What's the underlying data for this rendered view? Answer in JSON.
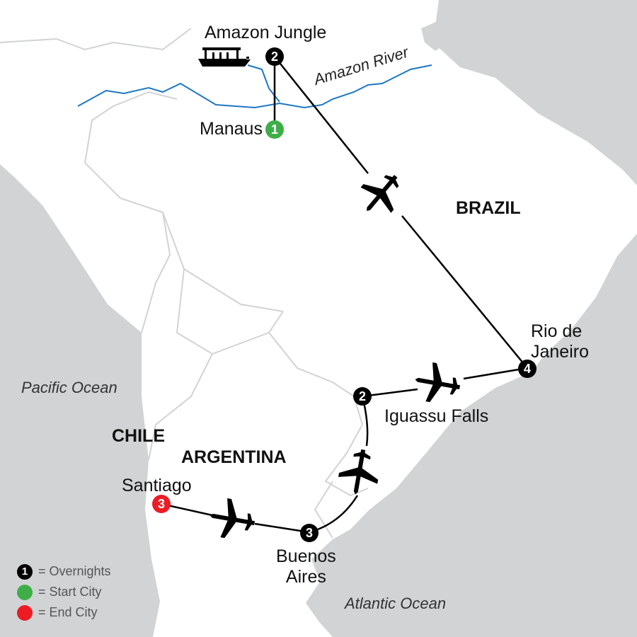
{
  "colors": {
    "overnight": "#000000",
    "start": "#3fae49",
    "end": "#ed1c24",
    "river": "#1f77c4",
    "land": "#ffffff",
    "water": "#d1d3d4"
  },
  "stops": [
    {
      "name": "Manaus",
      "nights": "1",
      "type": "start"
    },
    {
      "name": "Amazon Jungle",
      "nights": "2",
      "type": "overnight"
    },
    {
      "name": "Rio de Janeiro",
      "line1": "Rio de",
      "line2": "Janeiro",
      "nights": "4",
      "type": "overnight"
    },
    {
      "name": "Iguassu Falls",
      "nights": "2",
      "type": "overnight"
    },
    {
      "name": "Buenos Aires",
      "line1": "Buenos",
      "line2": "Aires",
      "nights": "3",
      "type": "overnight"
    },
    {
      "name": "Santiago",
      "nights": "3",
      "type": "end"
    }
  ],
  "countries": [
    "BRAZIL",
    "CHILE",
    "ARGENTINA"
  ],
  "oceans": [
    "Pacific Ocean",
    "Atlantic Ocean"
  ],
  "river": "Amazon River",
  "legend": [
    {
      "symbol": "1",
      "label": "= Overnights"
    },
    {
      "symbol": "",
      "label": "= Start City"
    },
    {
      "symbol": "",
      "label": "= End City"
    }
  ]
}
